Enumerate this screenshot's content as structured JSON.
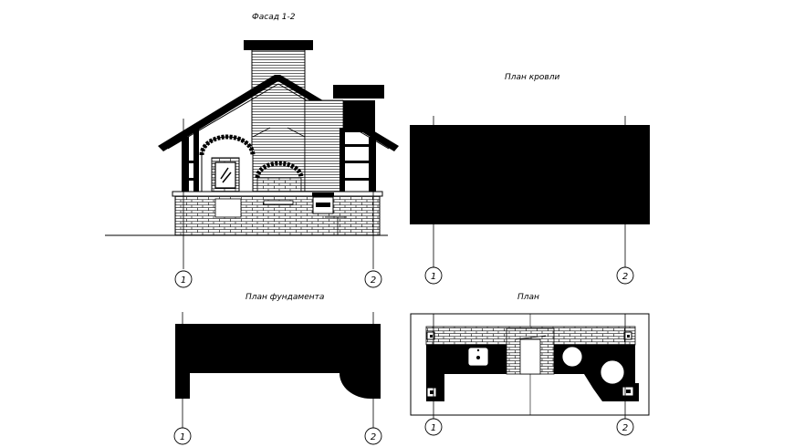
{
  "titles": {
    "facade": "Фасад 1-2",
    "roof_plan": "План кровли",
    "foundation_plan": "План фундамента",
    "floor_plan": "План"
  },
  "axes": {
    "axis_1": "1",
    "axis_2": "2"
  }
}
